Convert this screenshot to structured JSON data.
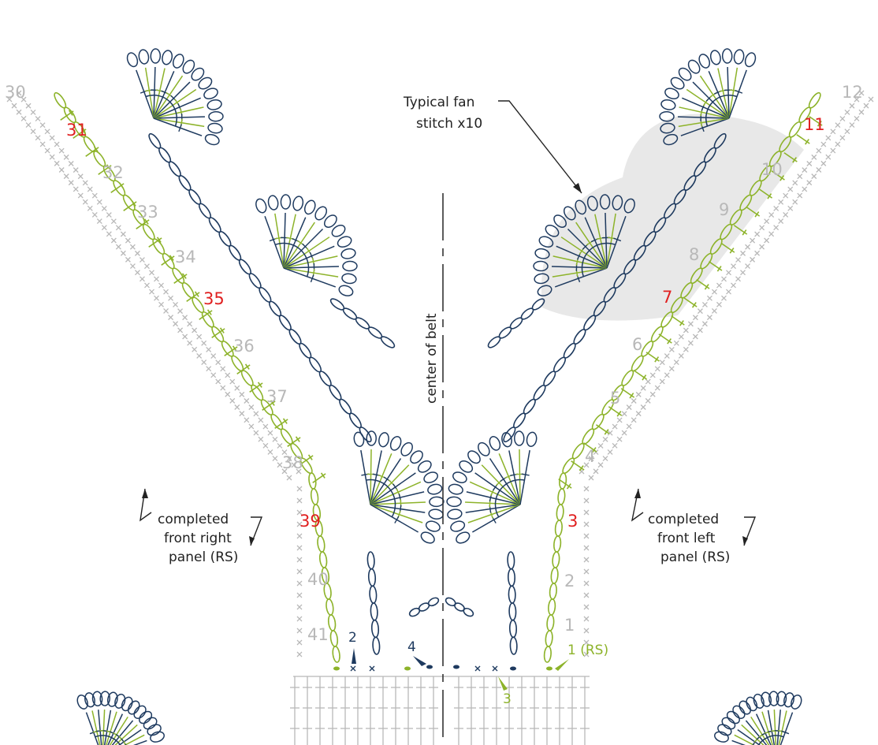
{
  "callouts": {
    "fan_line1": "Typical fan",
    "fan_line2": "stitch x10",
    "right_panel_line1": "completed",
    "right_panel_line2": "front right",
    "right_panel_line3": "panel (RS)",
    "left_panel_line1": "completed",
    "left_panel_line2": "front left",
    "left_panel_line3": "panel (RS)",
    "center": "center of belt"
  },
  "left_arm_rows": [
    "30",
    "31",
    "32",
    "33",
    "34",
    "35",
    "36",
    "37",
    "38",
    "39",
    "40",
    "41"
  ],
  "right_arm_rows": [
    "1",
    "2",
    "3",
    "4",
    "5",
    "6",
    "7",
    "8",
    "9",
    "10",
    "11",
    "12"
  ],
  "start_rows": {
    "row1": "1 (RS)",
    "row2": "2",
    "row3": "3",
    "row4": "4"
  },
  "highlight_rows": [
    "3",
    "7",
    "11",
    "31",
    "35",
    "39"
  ],
  "colors": {
    "navy": "#1e3a5f",
    "green": "#8db32a",
    "gray": "#b8b8b8",
    "red": "#e02020",
    "shade": "#e8e8e8",
    "text": "#222222"
  }
}
